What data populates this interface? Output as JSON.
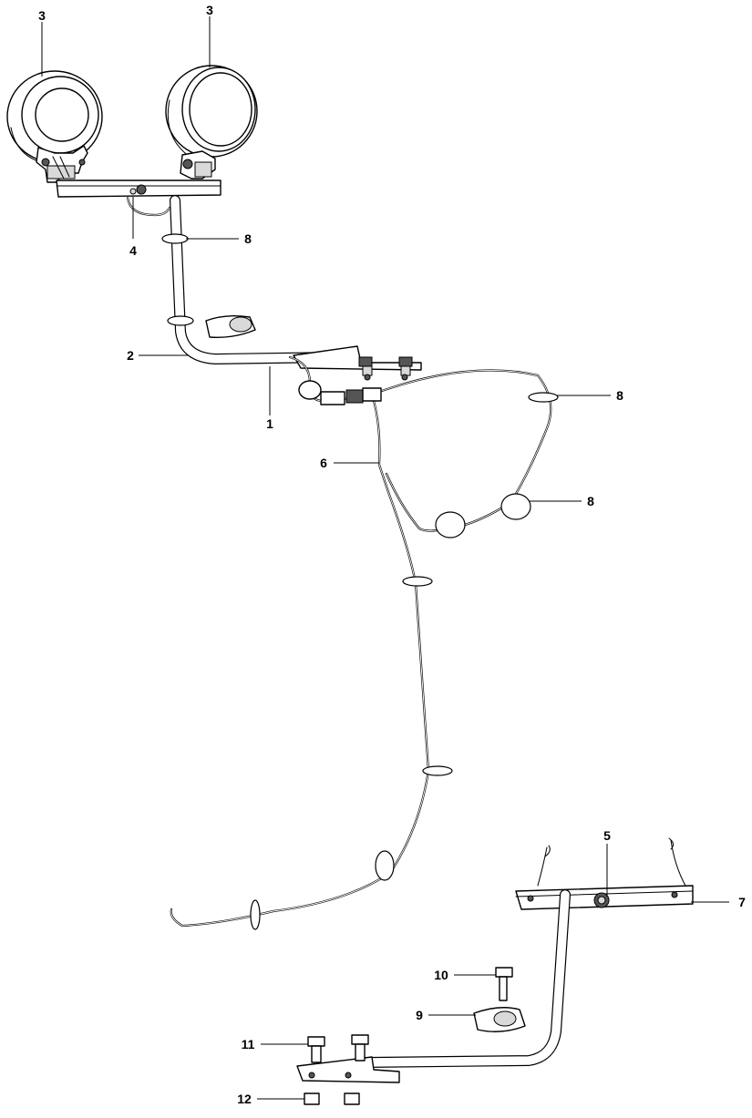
{
  "diagram": {
    "callouts": [
      {
        "id": "c3a",
        "label": "3"
      },
      {
        "id": "c3b",
        "label": "3"
      },
      {
        "id": "c4",
        "label": "4"
      },
      {
        "id": "c8a",
        "label": "8"
      },
      {
        "id": "c2",
        "label": "2"
      },
      {
        "id": "c1",
        "label": "1"
      },
      {
        "id": "c8b",
        "label": "8"
      },
      {
        "id": "c6",
        "label": "6"
      },
      {
        "id": "c8c",
        "label": "8"
      },
      {
        "id": "c5",
        "label": "5"
      },
      {
        "id": "c7",
        "label": "7"
      },
      {
        "id": "c10",
        "label": "10"
      },
      {
        "id": "c9",
        "label": "9"
      },
      {
        "id": "c11",
        "label": "11"
      },
      {
        "id": "c12",
        "label": "12"
      }
    ]
  }
}
